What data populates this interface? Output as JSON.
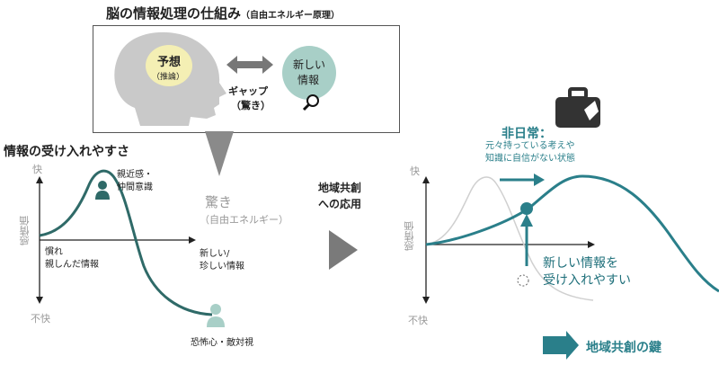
{
  "title": {
    "main": "脳の情報処理の仕組み",
    "sub": "（自由エネルギー原理）"
  },
  "brain": {
    "predict": "予想",
    "predict_sub": "（推論）",
    "new_info_1": "新しい",
    "new_info_2": "情報"
  },
  "gap": {
    "line1": "ギャップ",
    "line2": "（驚き）"
  },
  "left": {
    "heading": "情報の受け入れやすさ",
    "y_top": "快",
    "y_bottom": "不快",
    "y_label": "感情価",
    "familiar_1": "親近感・",
    "familiar_2": "仲間意識",
    "known_1": "慣れ",
    "known_2": "親しんだ情報",
    "novel_1": "新しい/",
    "novel_2": "珍しい情報",
    "surprise": "驚き",
    "surprise_sub": "（自由エネルギー）",
    "fear": "恐怖心・敵対視"
  },
  "middle": {
    "line1": "地域共創",
    "line2": "への応用"
  },
  "right": {
    "title": "非日常：",
    "desc_1": "元々持っている考えや",
    "desc_2": "知識に自信がない状態",
    "y_top": "快",
    "y_bottom": "不快",
    "y_label": "感情価",
    "accept_1": "新しい情報を",
    "accept_2": "受け入れやすい",
    "key": "地域共創の鍵"
  },
  "colors": {
    "teal": "#2a7f8a",
    "dark_teal": "#2f6a68",
    "gray_arrow": "#7a7a7a",
    "brain": "#c9c9c9",
    "yellow": "#f4efb4",
    "mint": "#a8cfc7"
  }
}
